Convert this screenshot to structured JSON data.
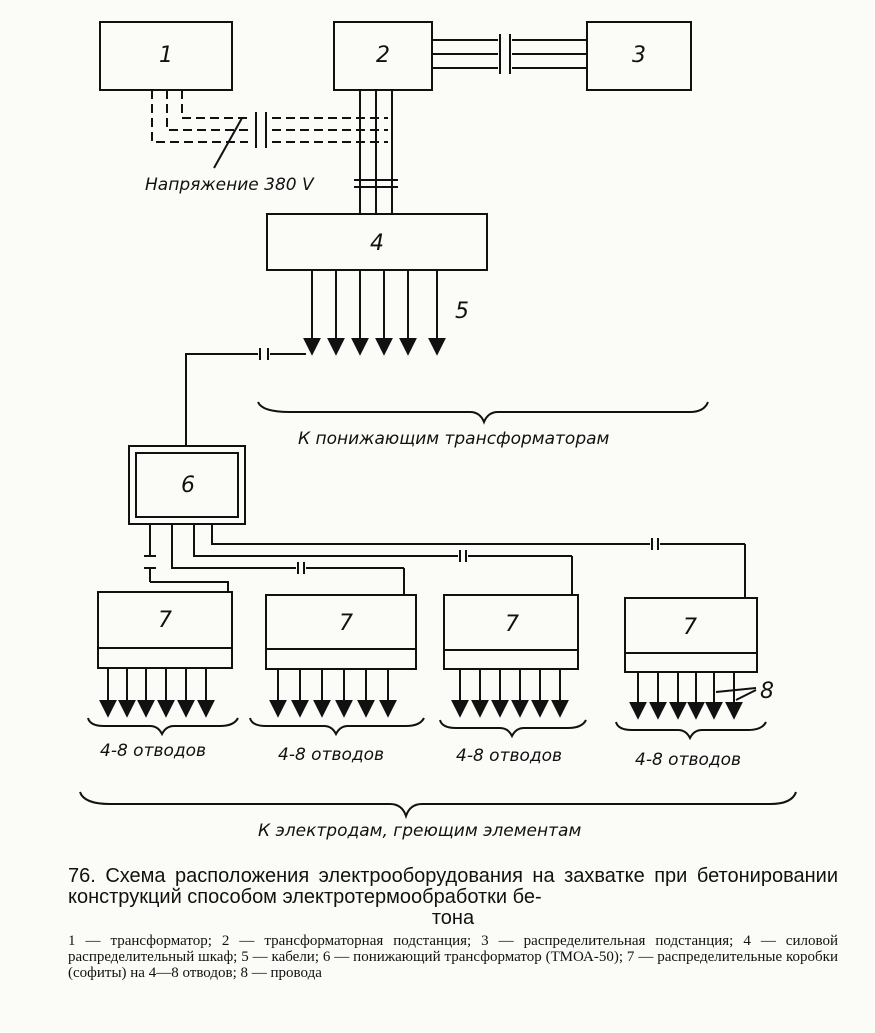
{
  "diagram": {
    "blocks": {
      "b1": "1",
      "b2": "2",
      "b3": "3",
      "b4": "4",
      "b6": "6",
      "b7a": "7",
      "b7b": "7",
      "b7c": "7",
      "b7d": "7"
    },
    "labels": {
      "voltage": "Напряжение 380 V",
      "cables_num": "5",
      "to_transformers": "К понижающим трансформаторам",
      "branches_a": "4-8 отводов",
      "branches_b": "4-8 отводов",
      "branches_c": "4-8 отводов",
      "branches_d": "4-8 отводов",
      "wires_num": "8",
      "to_electrodes": "К электродам, греющим элементам"
    }
  },
  "caption": {
    "title": "76. Схема расположения электрооборудования на захватке при бетонировании конструкций способом электротермообработки бе-",
    "title_end": "тона",
    "legend": "1 — трансформатор; 2 — трансформаторная подстанция; 3 — распределительная подстанция; 4 — силовой распределительный шкаф; 5 — кабели; 6 — понижающий трансформатор (ТМОА-50); 7 — распределительные коробки (софиты) на 4—8 отводов; 8 — провода"
  }
}
